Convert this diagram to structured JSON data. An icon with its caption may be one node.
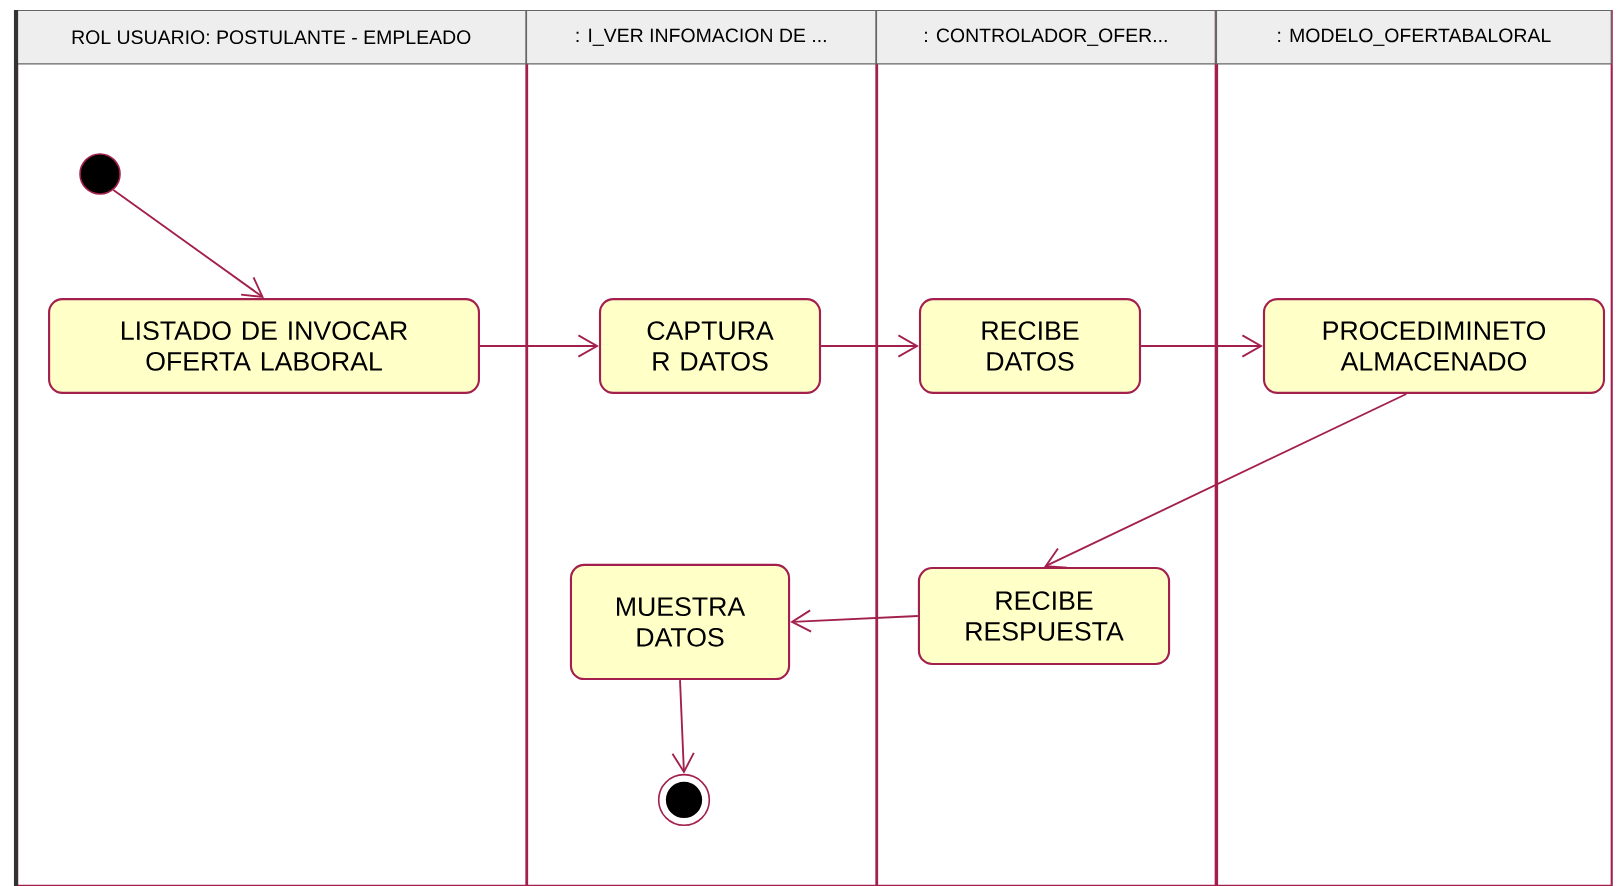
{
  "diagram": {
    "nodes": [
      {
        "text": [
          "ROL USUARIO: POSTULANTE - EMPLEADO"
        ]
      },
      {
        "text": [
          ": I_VER INFOMACION DE ..."
        ]
      },
      {
        "text": [
          ": CONTROLADOR_OFER..."
        ]
      },
      {
        "text": [
          ": MODELO_OFERTABALORAL"
        ]
      },
      {
        "text": [],
        "shape": "circle",
        "in": 0
      },
      {
        "text": [
          "LISTADO DE INVOCAR OFERTA LABORAL"
        ],
        "in": 0
      },
      {
        "text": [
          "CAPTURA R DATOS"
        ],
        "in": 1
      },
      {
        "text": [
          "RECIBE DATOS"
        ],
        "in": 2
      },
      {
        "text": [
          "PROCEDIMINETO ALMACENADO"
        ],
        "in": 3
      },
      {
        "text": [
          "RECIBE RESPUESTA"
        ],
        "in": 2
      },
      {
        "text": [
          "MUESTRA DATOS"
        ],
        "in": 1
      },
      {
        "text": [],
        "shape": "bullseye",
        "in": 1
      }
    ],
    "edges": [
      {
        "from": 4,
        "to": 5,
        "arrow": "to"
      },
      {
        "from": 5,
        "to": 6,
        "arrow": "to"
      },
      {
        "from": 6,
        "to": 7,
        "arrow": "to"
      },
      {
        "from": 7,
        "to": 8,
        "arrow": "to"
      },
      {
        "from": 8,
        "to": 9,
        "arrow": "to"
      },
      {
        "from": 9,
        "to": 10,
        "arrow": "to"
      },
      {
        "from": 10,
        "to": 11,
        "arrow": "to"
      }
    ]
  }
}
